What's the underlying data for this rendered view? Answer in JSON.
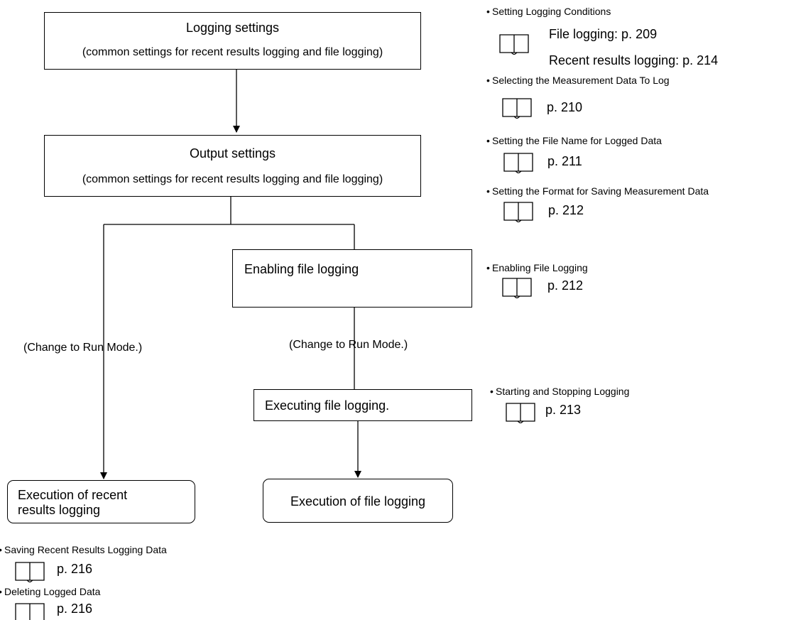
{
  "boxes": {
    "logging": {
      "title": "Logging settings",
      "subtitle": "(common settings for recent results logging and file logging)"
    },
    "output": {
      "title": "Output settings",
      "subtitle": "(common settings for recent results logging and file logging)"
    },
    "enable": {
      "title": "Enabling file logging"
    },
    "exec_file": {
      "title": "Executing file logging."
    },
    "recent": {
      "line1": "Execution of recent",
      "line2": "results logging"
    },
    "file_exec": {
      "title": "Execution of file logging"
    }
  },
  "edge_labels": {
    "left": "(Change to Run Mode.)",
    "mid": "(Change to Run Mode.)"
  },
  "references": {
    "logging_conditions": {
      "bullet": "•",
      "title": "Setting Logging Conditions",
      "line1": "File logging: p. 209",
      "line2": "Recent results logging: p. 214"
    },
    "select_data": {
      "bullet": "•",
      "title": "Selecting the Measurement Data To Log",
      "page": "p. 210"
    },
    "file_name": {
      "bullet": "•",
      "title": "Setting the File Name for Logged Data",
      "page": "p. 211"
    },
    "format": {
      "bullet": "•",
      "title": "Setting the Format for Saving Measurement Data",
      "page": "p. 212"
    },
    "enabling": {
      "bullet": "•",
      "title": "Enabling File Logging",
      "page": "p. 212"
    },
    "start_stop": {
      "bullet": "•",
      "title": "Starting and Stopping Logging",
      "page": "p. 213"
    },
    "saving": {
      "bullet": "•",
      "title": "Saving Recent Results Logging Data",
      "page": "p. 216"
    },
    "deleting": {
      "bullet": "•",
      "title": "Deleting Logged Data",
      "page": "p. 216"
    }
  },
  "icons": {
    "reference": "book-icon"
  },
  "colors": {
    "line": "#000000",
    "background": "#ffffff"
  }
}
